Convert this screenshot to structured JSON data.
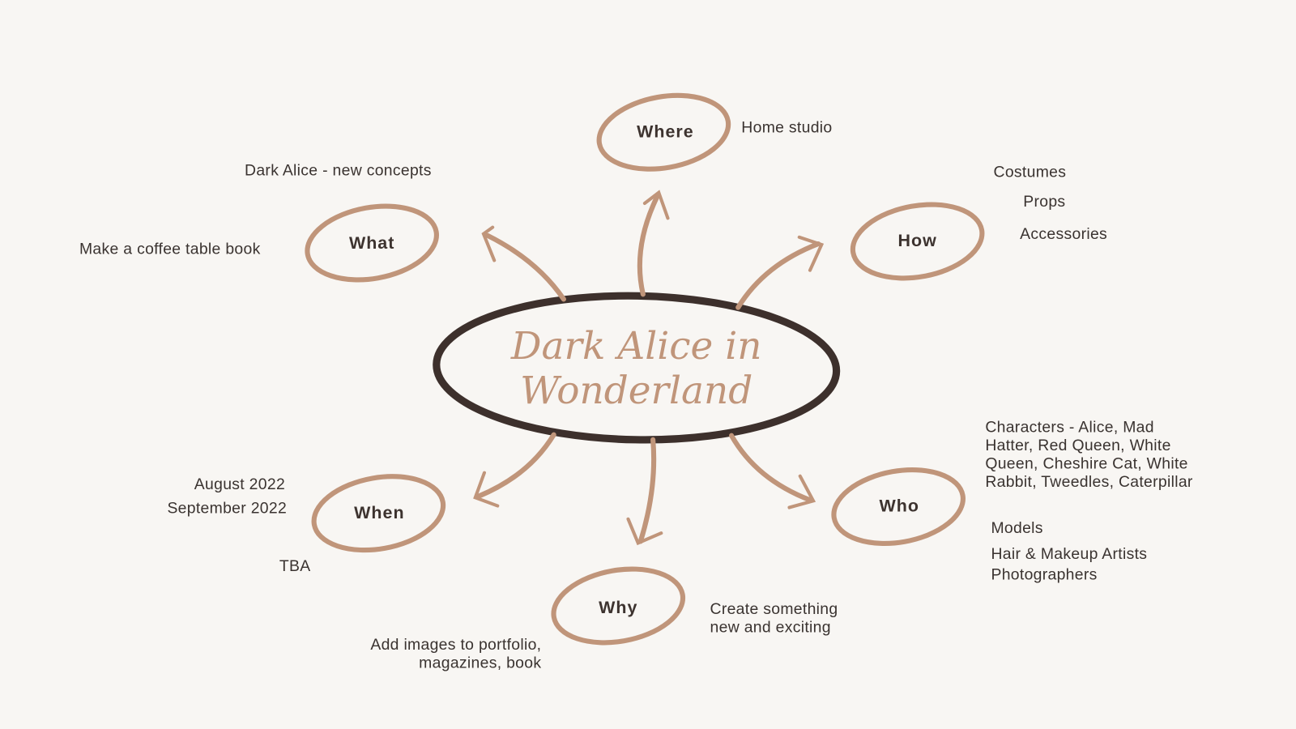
{
  "title": {
    "line1": "Dark Alice in",
    "line2": "Wonderland"
  },
  "colors": {
    "accent": "#c0957a",
    "dark": "#3d302c",
    "background": "#f8f6f3"
  },
  "nodes": {
    "where": {
      "label": "Where",
      "notes": [
        "Home studio"
      ]
    },
    "what": {
      "label": "What",
      "notes": [
        "Dark Alice - new concepts",
        "Make a coffee table book"
      ]
    },
    "how": {
      "label": "How",
      "notes": [
        "Costumes",
        "Props",
        "Accessories"
      ]
    },
    "when": {
      "label": "When",
      "notes": [
        "August 2022",
        "September 2022",
        "TBA"
      ]
    },
    "why": {
      "label": "Why",
      "notes": [
        "Create something",
        "new and exciting",
        "Add images to portfolio,",
        "magazines, book"
      ]
    },
    "who": {
      "label": "Who",
      "notes": [
        "Characters - Alice, Mad",
        "Hatter, Red Queen, White",
        "Queen, Cheshire Cat, White",
        "Rabbit, Tweedles, Caterpillar",
        "Models",
        "Hair & Makeup Artists",
        "Photographers"
      ]
    }
  }
}
